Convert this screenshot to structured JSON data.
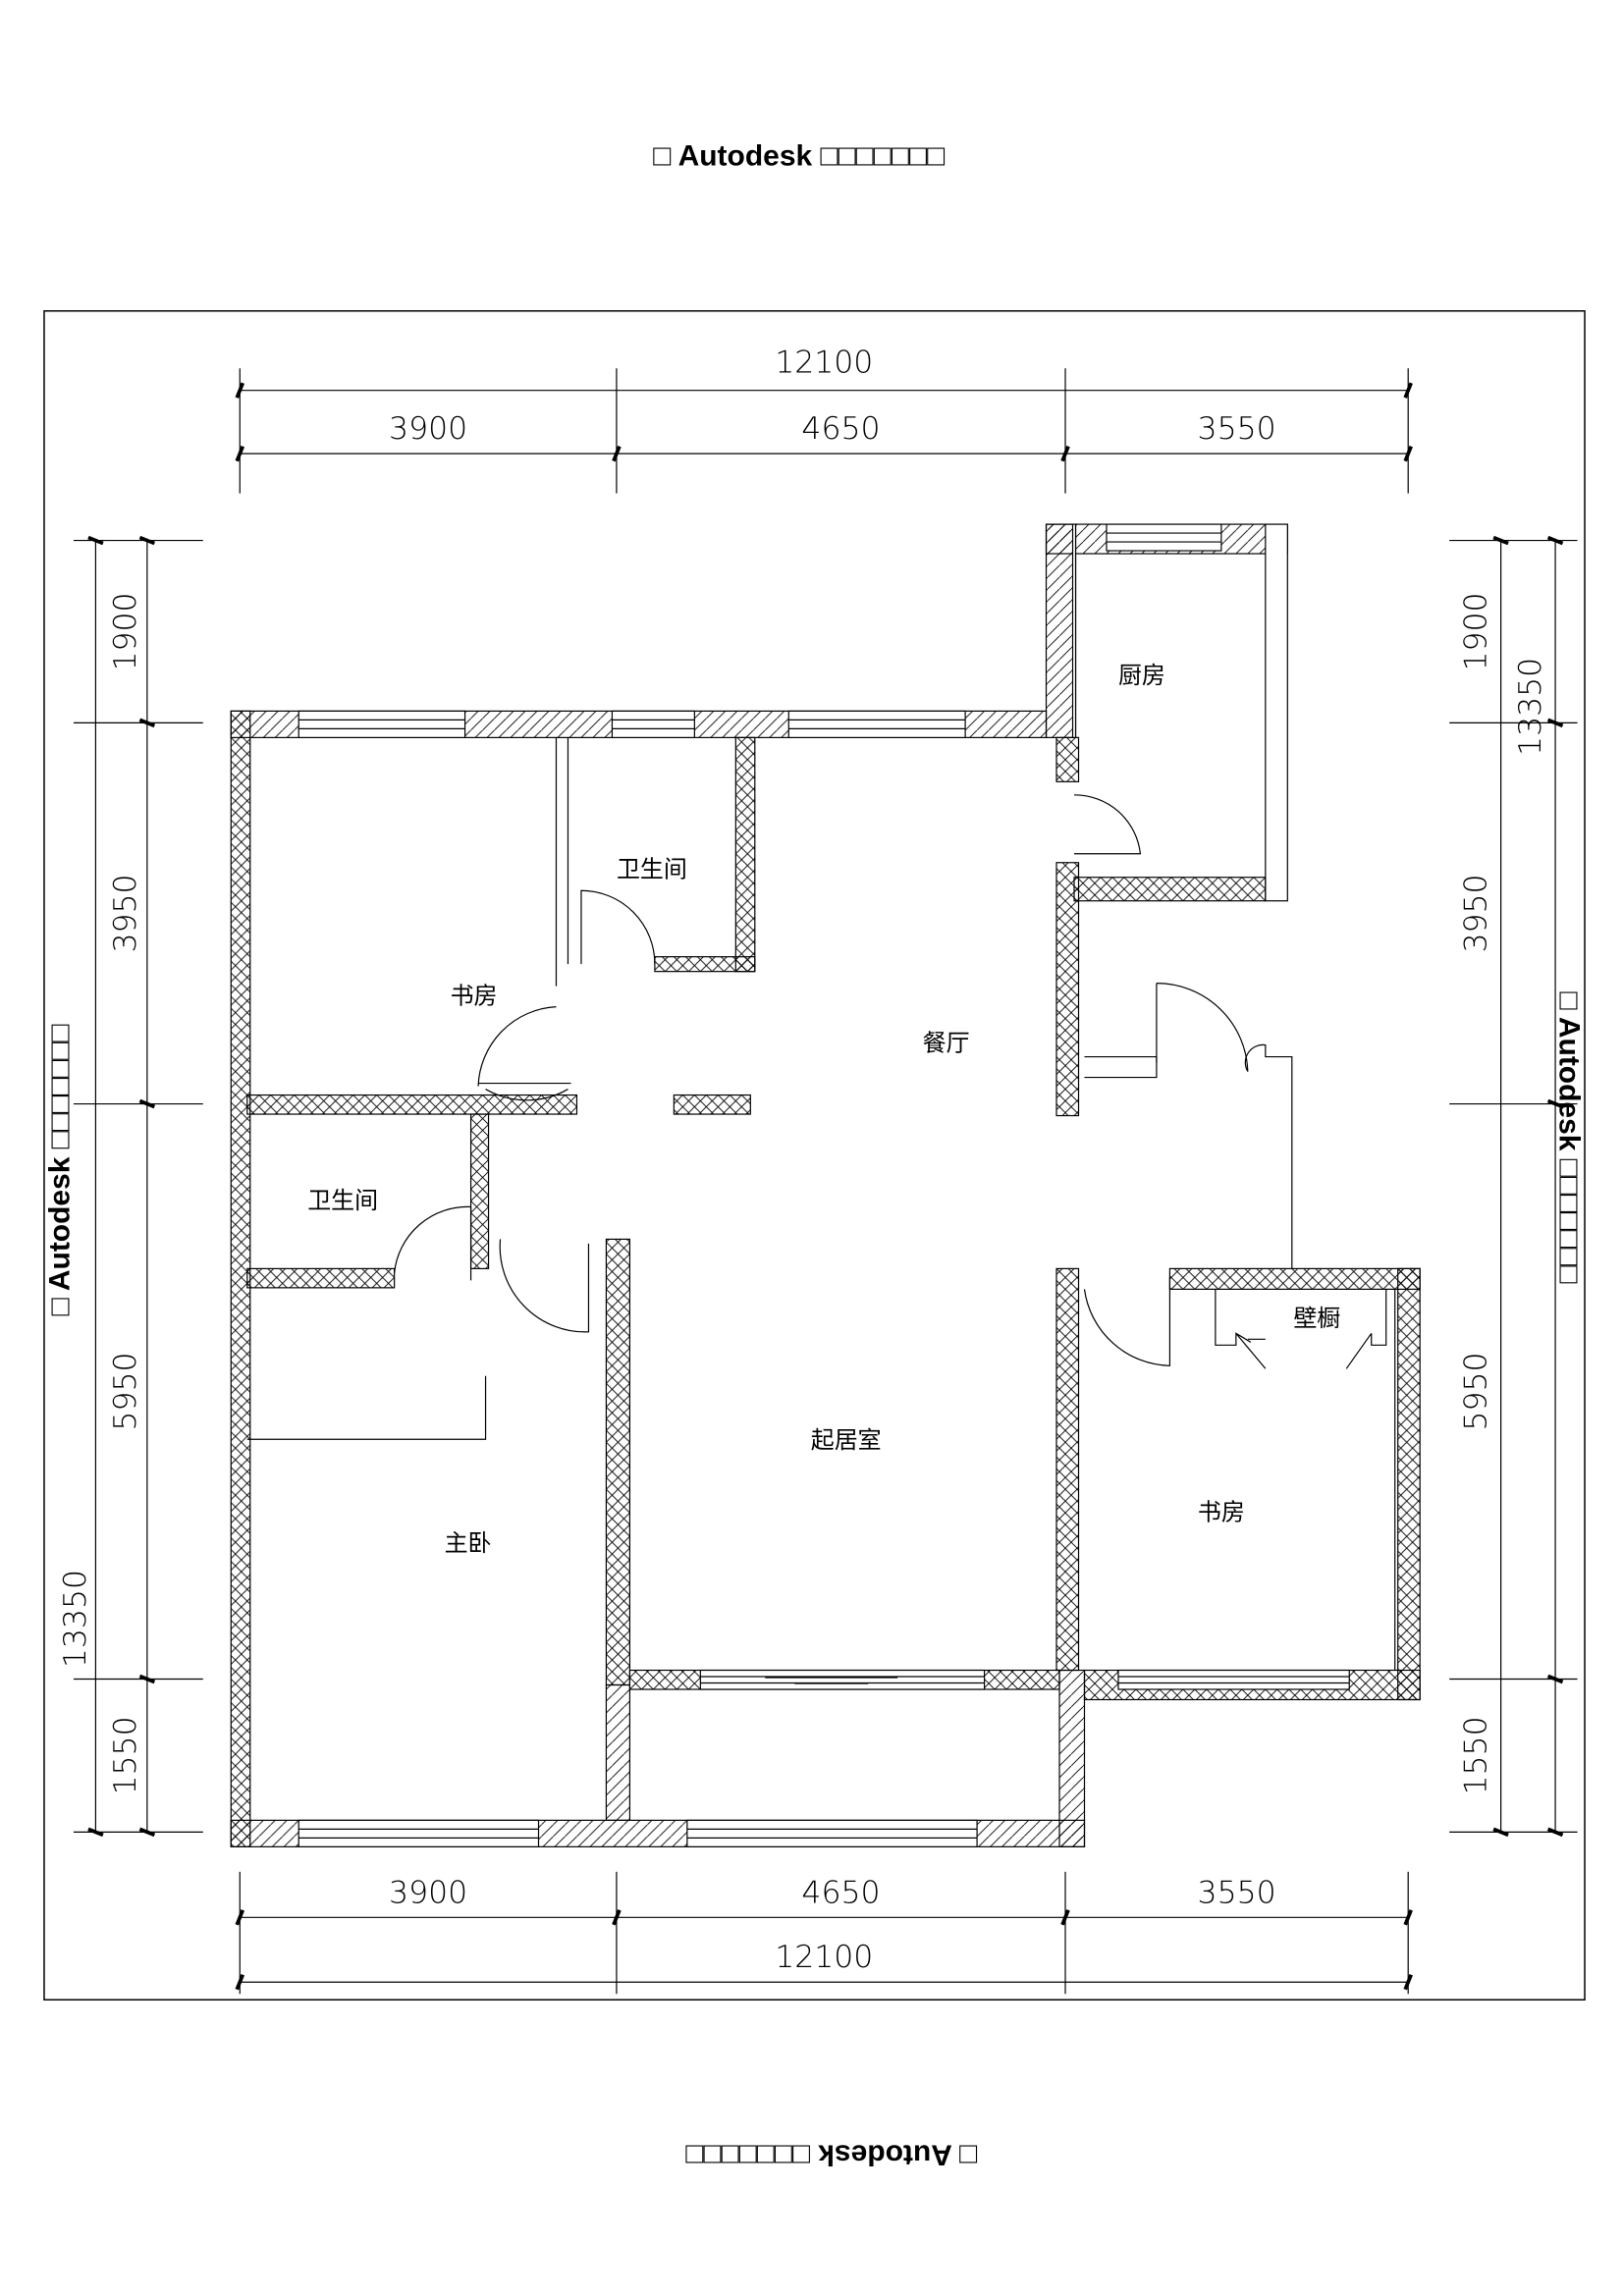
{
  "watermark": {
    "top": "□ Autodesk □□□□□□□",
    "bottom": "□ Autodesk □□□□□□□",
    "left": "□ Autodesk □□□□□□□",
    "right": "□ Autodesk □□□□□□□"
  },
  "dimensions": {
    "top_total": "12100",
    "top_segments": [
      "3900",
      "4650",
      "3550"
    ],
    "bottom_segments": [
      "3900",
      "4650",
      "3550"
    ],
    "bottom_total": "12100",
    "left_segments": [
      "1900",
      "3950",
      "5950",
      "1550"
    ],
    "left_total": "13350",
    "right_segments": [
      "1900",
      "3950",
      "5950",
      "1550"
    ],
    "right_total": "13350"
  },
  "rooms": {
    "study_1": "书房",
    "bathroom_1": "卫生间",
    "dining": "餐厅",
    "kitchen": "厨房",
    "bathroom_2": "卫生间",
    "living": "起居室",
    "master_bedroom": "主卧",
    "study_2": "书房",
    "closet": "壁橱"
  },
  "colors": {
    "line": "#000000",
    "background": "#ffffff"
  }
}
